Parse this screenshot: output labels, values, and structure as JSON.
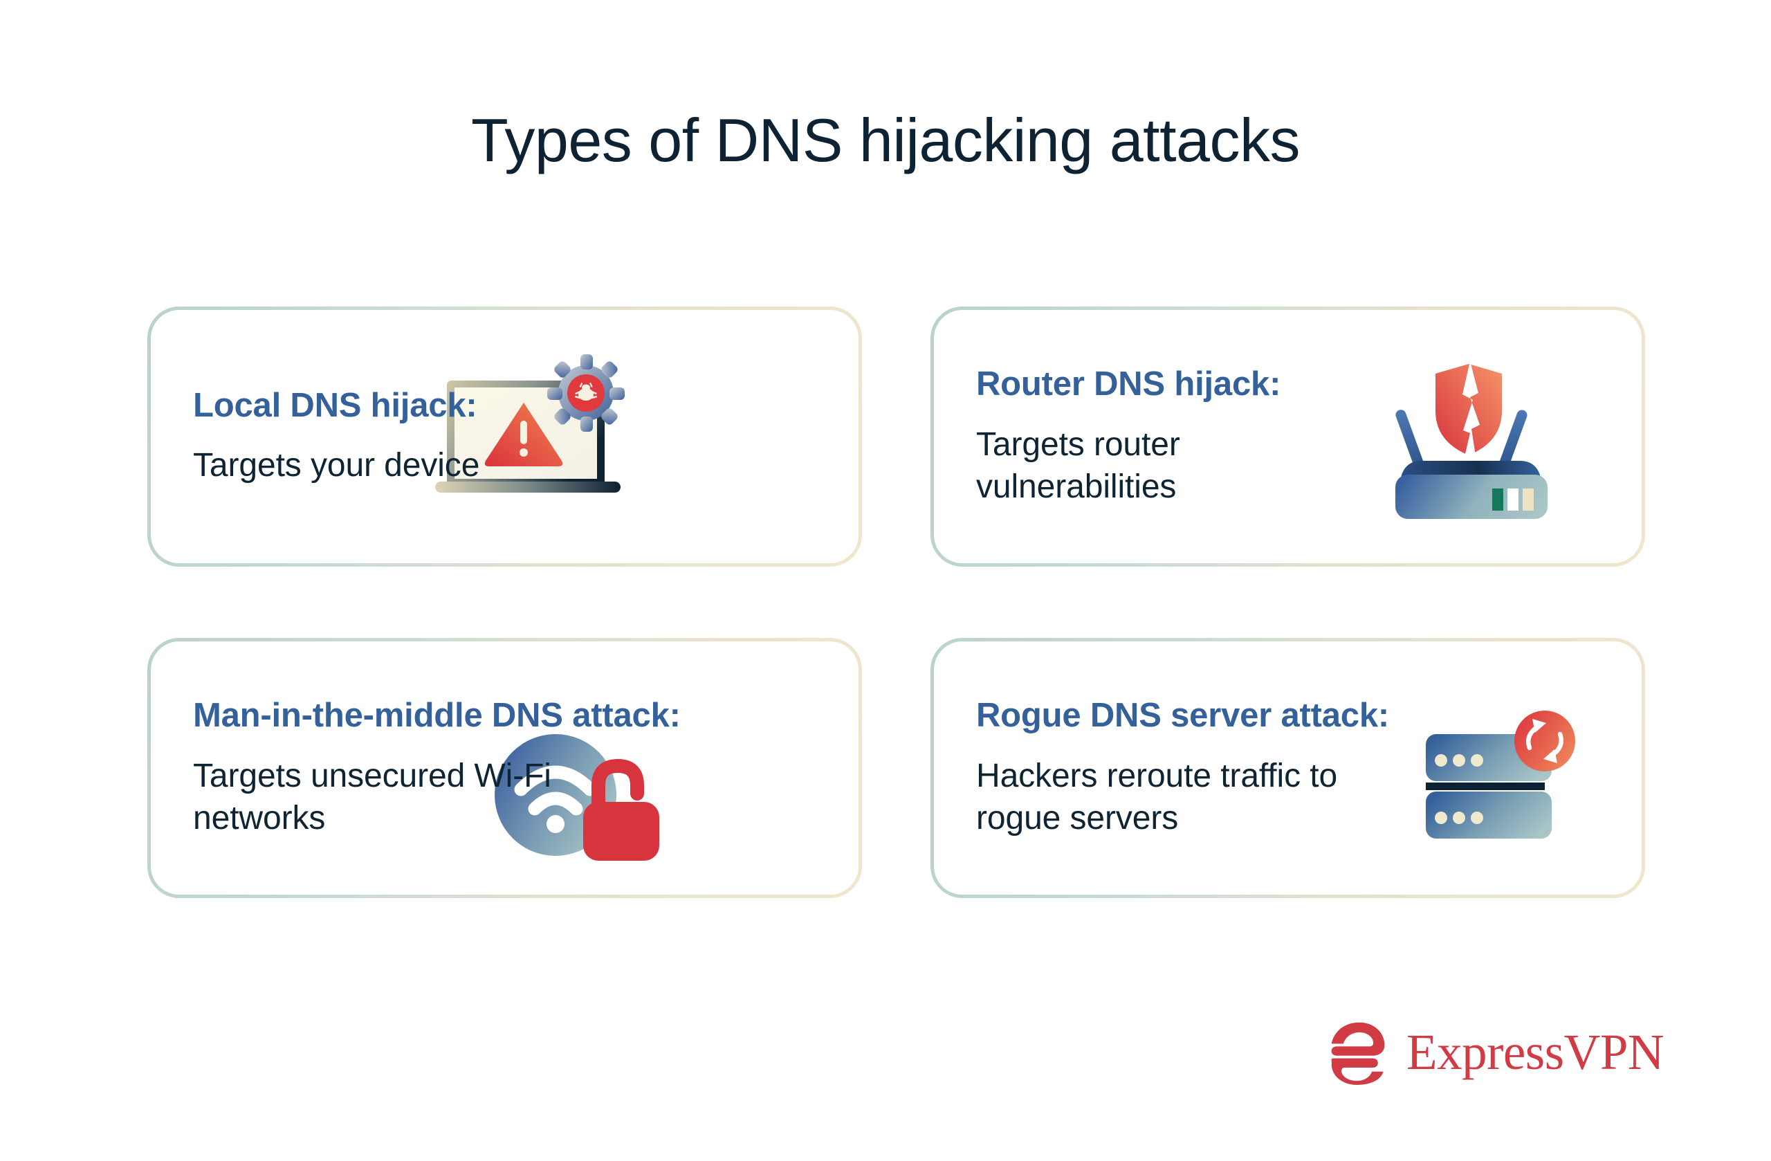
{
  "title": "Types of DNS hijacking attacks",
  "colors": {
    "heading_blue": "#35619b",
    "body_navy": "#0e2433",
    "title_navy": "#0d2333",
    "brand_red": "#d13b44",
    "card_border_start": "#bad2cd",
    "card_border_end": "#f0e6cc",
    "background": "#ffffff",
    "accent_red": "#e03a3f",
    "accent_orange": "#ef8256",
    "icon_blue_dark": "#35619b",
    "icon_teal": "#a9c6c7",
    "icon_cream": "#f0e9d0",
    "icon_green": "#13795a"
  },
  "cards": [
    {
      "heading": "Local DNS hijack:",
      "body": "Targets your device",
      "icon_name": "laptop-warning-bug-icon"
    },
    {
      "heading": "Router DNS hijack:",
      "body": "Targets router vulnerabilities",
      "icon_name": "router-broken-shield-icon"
    },
    {
      "heading": "Man-in-the-middle DNS attack:",
      "body": "Targets unsecured Wi-Fi networks",
      "icon_name": "wifi-open-padlock-icon"
    },
    {
      "heading": "Rogue DNS server attack:",
      "body": "Hackers reroute traffic to rogue servers",
      "icon_name": "server-rack-sync-icon"
    }
  ],
  "logo": {
    "wordmark": "ExpressVPN",
    "mark_name": "expressvpn-e-logo-icon"
  }
}
